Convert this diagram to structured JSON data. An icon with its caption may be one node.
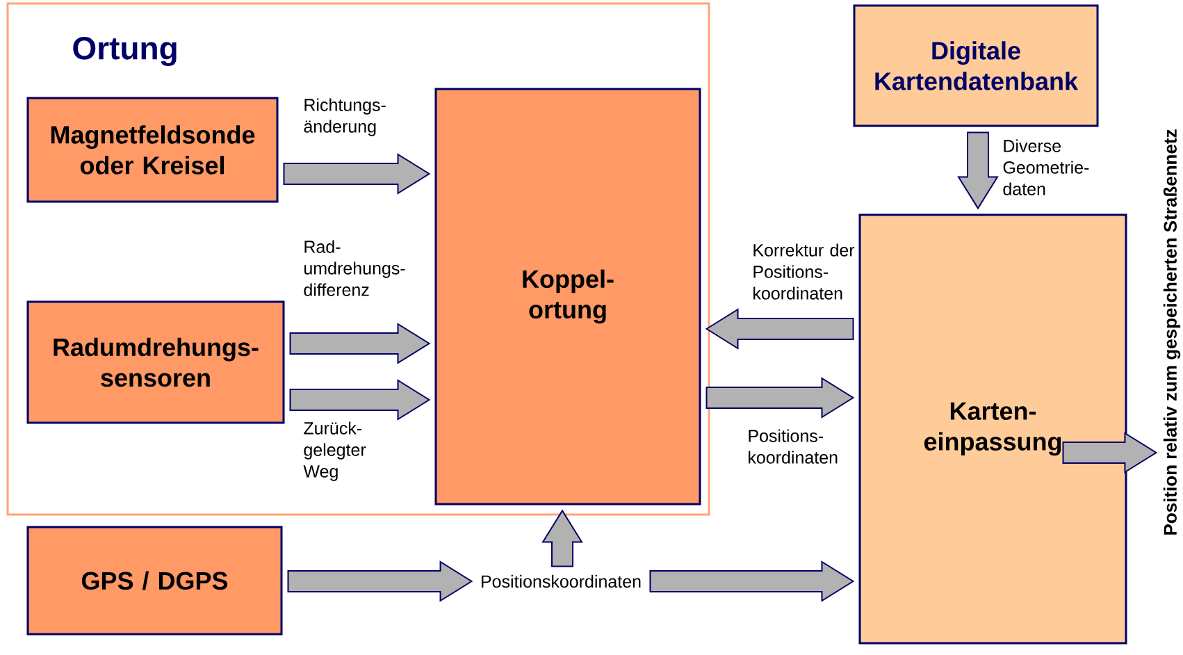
{
  "diagram": {
    "nodes": [
      {
        "text": [
          "Ortung"
        ]
      },
      {
        "text": [
          "Magnetfeldsonde oder Kreisel"
        ],
        "in": 0
      },
      {
        "text": [
          "Radumdrehungs- sensoren"
        ],
        "in": 0
      },
      {
        "text": [
          "Koppel- ortung"
        ],
        "in": 0
      },
      {
        "text": [
          "GPS / DGPS"
        ]
      },
      {
        "text": [
          "Digitale Kartendatenbank"
        ]
      },
      {
        "text": [
          "Karten- einpassung"
        ]
      },
      {
        "text": [
          "Position relativ zum gespeicherten Straßennetz"
        ]
      },
      {
        "text": [
          "Positionskoordinaten"
        ]
      }
    ],
    "edges": [
      {
        "from": 1,
        "to": 3,
        "arrow": "to",
        "label": "Richtungs- änderung"
      },
      {
        "from": 2,
        "to": 3,
        "arrow": "to",
        "label": "Rad- umdrehungs- differenz"
      },
      {
        "from": 2,
        "to": 3,
        "arrow": "to",
        "label": "Zurück- gelegter Weg"
      },
      {
        "from": 6,
        "to": 3,
        "arrow": "to",
        "label": "Korrektur der Positions- koordinaten"
      },
      {
        "from": 3,
        "to": 6,
        "arrow": "to",
        "label": "Positions- koordinaten"
      },
      {
        "from": 4,
        "to": 8,
        "arrow": "to"
      },
      {
        "from": 8,
        "to": 3,
        "arrow": "to"
      },
      {
        "from": 8,
        "to": 6,
        "arrow": "to"
      },
      {
        "from": 5,
        "to": 6,
        "arrow": "to",
        "label": "Diverse Geometrie- daten"
      },
      {
        "from": 6,
        "to": 7,
        "arrow": "to"
      }
    ]
  }
}
